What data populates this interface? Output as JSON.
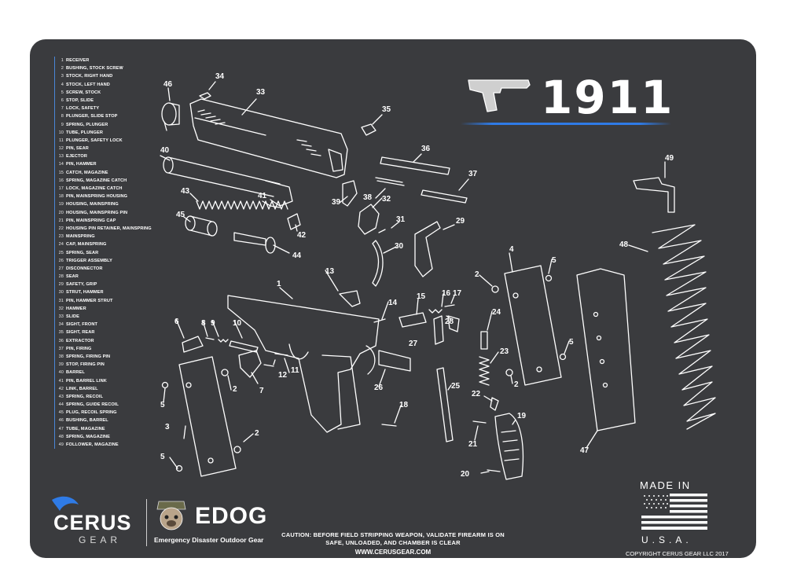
{
  "title": "1911",
  "parts": [
    {
      "num": "1",
      "name": "RECEIVER"
    },
    {
      "num": "2",
      "name": "BUSHING, STOCK SCREW"
    },
    {
      "num": "3",
      "name": "STOCK, RIGHT HAND"
    },
    {
      "num": "4",
      "name": "STOCK, LEFT HAND"
    },
    {
      "num": "5",
      "name": "SCREW, STOCK"
    },
    {
      "num": "6",
      "name": "STOP, SLIDE"
    },
    {
      "num": "7",
      "name": "LOCK, SAFETY"
    },
    {
      "num": "8",
      "name": "PLUNGER, SLIDE STOP"
    },
    {
      "num": "9",
      "name": "SPRING, PLUNGER"
    },
    {
      "num": "10",
      "name": "TUBE, PLUNGER"
    },
    {
      "num": "11",
      "name": "PLUNGER, SAFETY LOCK"
    },
    {
      "num": "12",
      "name": "PIN, SEAR"
    },
    {
      "num": "13",
      "name": "EJECTOR"
    },
    {
      "num": "14",
      "name": "PIN, HAMMER"
    },
    {
      "num": "15",
      "name": "CATCH, MAGAZINE"
    },
    {
      "num": "16",
      "name": "SPRING, MAGAZINE CATCH"
    },
    {
      "num": "17",
      "name": "LOCK, MAGAZINE CATCH"
    },
    {
      "num": "18",
      "name": "PIN, MAINSPRING HOUSING"
    },
    {
      "num": "19",
      "name": "HOUSING, MAINSPRING"
    },
    {
      "num": "20",
      "name": "HOUSING, MAINSPRING PIN"
    },
    {
      "num": "21",
      "name": "PIN, MAINSPRING CAP"
    },
    {
      "num": "22",
      "name": "HOUSING PIN RETAINER, MAINSPRING"
    },
    {
      "num": "23",
      "name": "MAINSPRING"
    },
    {
      "num": "24",
      "name": "CAP, MAINSPRING"
    },
    {
      "num": "25",
      "name": "SPRING, SEAR"
    },
    {
      "num": "26",
      "name": "TRIGGER ASSEMBLY"
    },
    {
      "num": "27",
      "name": "DISCONNECTOR"
    },
    {
      "num": "28",
      "name": "SEAR"
    },
    {
      "num": "29",
      "name": "SAFETY, GRIP"
    },
    {
      "num": "30",
      "name": "STRUT, HAMMER"
    },
    {
      "num": "31",
      "name": "PIN, HAMMER STRUT"
    },
    {
      "num": "32",
      "name": "HAMMER"
    },
    {
      "num": "33",
      "name": "SLIDE"
    },
    {
      "num": "34",
      "name": "SIGHT, FRONT"
    },
    {
      "num": "35",
      "name": "SIGHT, REAR"
    },
    {
      "num": "36",
      "name": "EXTRACTOR"
    },
    {
      "num": "37",
      "name": "PIN, FIRING"
    },
    {
      "num": "38",
      "name": "SPRING, FIRING PIN"
    },
    {
      "num": "39",
      "name": "STOP, FIRING PIN"
    },
    {
      "num": "40",
      "name": "BARREL"
    },
    {
      "num": "41",
      "name": "PIN, BARREL LINK"
    },
    {
      "num": "42",
      "name": "LINK, BARREL"
    },
    {
      "num": "43",
      "name": "SPRING, RECOIL"
    },
    {
      "num": "44",
      "name": "SPRING, GUIDE RECOIL"
    },
    {
      "num": "45",
      "name": "PLUG, RECOIL SPRING"
    },
    {
      "num": "46",
      "name": "BUSHING, BARREL"
    },
    {
      "num": "47",
      "name": "TUBE, MAGAZINE"
    },
    {
      "num": "48",
      "name": "SPRING, MAGAZINE"
    },
    {
      "num": "49",
      "name": "FOLLOWER, MAGAZINE"
    }
  ],
  "callouts": [
    {
      "label": "46"
    },
    {
      "label": "34"
    },
    {
      "label": "33"
    },
    {
      "label": "35"
    },
    {
      "label": "36"
    },
    {
      "label": "40"
    },
    {
      "label": "37"
    },
    {
      "label": "38"
    },
    {
      "label": "39"
    },
    {
      "label": "41"
    },
    {
      "label": "32"
    },
    {
      "label": "43"
    },
    {
      "label": "45"
    },
    {
      "label": "42"
    },
    {
      "label": "31"
    },
    {
      "label": "44"
    },
    {
      "label": "29"
    },
    {
      "label": "30"
    },
    {
      "label": "49"
    },
    {
      "label": "48"
    },
    {
      "label": "4"
    },
    {
      "label": "5"
    },
    {
      "label": "2"
    },
    {
      "label": "13"
    },
    {
      "label": "1"
    },
    {
      "label": "14"
    },
    {
      "label": "15"
    },
    {
      "label": "16"
    },
    {
      "label": "17"
    },
    {
      "label": "6"
    },
    {
      "label": "8"
    },
    {
      "label": "9"
    },
    {
      "label": "10"
    },
    {
      "label": "24"
    },
    {
      "label": "28"
    },
    {
      "label": "27"
    },
    {
      "label": "5"
    },
    {
      "label": "23"
    },
    {
      "label": "12"
    },
    {
      "label": "11"
    },
    {
      "label": "7"
    },
    {
      "label": "2"
    },
    {
      "label": "26"
    },
    {
      "label": "25"
    },
    {
      "label": "2"
    },
    {
      "label": "22"
    },
    {
      "label": "5"
    },
    {
      "label": "18"
    },
    {
      "label": "19"
    },
    {
      "label": "3"
    },
    {
      "label": "2"
    },
    {
      "label": "21"
    },
    {
      "label": "47"
    },
    {
      "label": "5"
    },
    {
      "label": "20"
    }
  ],
  "brand": {
    "cerus_word": "CERUS",
    "cerus_sub": "GEAR",
    "edog_word": "EDOG",
    "edog_sub": "Emergency Disaster Outdoor Gear"
  },
  "caution": "CAUTION: BEFORE FIELD STRIPPING WEAPON, VALIDATE FIREARM IS ON SAFE, UNLOADED, AND CHAMBER IS CLEAR",
  "website": "WWW.CERUSGEAR.COM",
  "made_in": "MADE IN",
  "usa": "U.S.A.",
  "copyright": "COPYRIGHT CERUS GEAR LLC 2017",
  "colors": {
    "mat": "#3a3b3e",
    "accent": "#2f7be6",
    "line": "#ffffff"
  }
}
